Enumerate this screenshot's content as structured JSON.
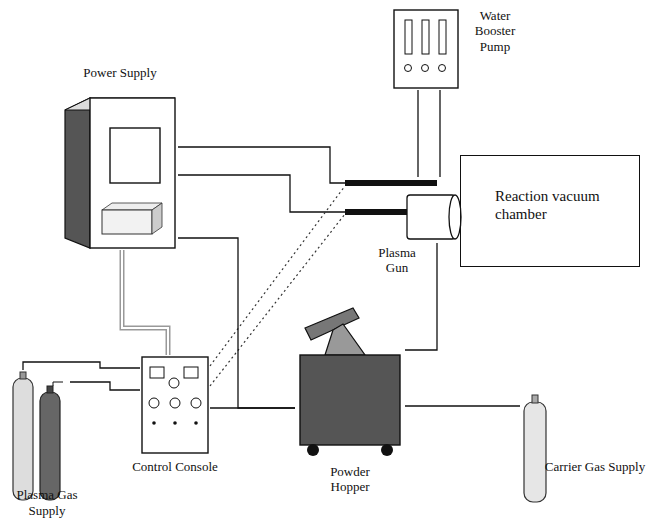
{
  "diagram": {
    "nodes": [
      {
        "text": [
          "Power Supply"
        ]
      },
      {
        "text": [
          "Water Booster Pump"
        ]
      },
      {
        "text": [
          "Plasma Gun"
        ]
      },
      {
        "text": [
          "Reaction vacuum chamber"
        ]
      },
      {
        "text": [
          "Control Console"
        ]
      },
      {
        "text": [
          "Powder Hopper"
        ]
      },
      {
        "text": [
          "Plasma Gas Supply"
        ]
      },
      {
        "text": [
          "Carrier Gas Supply"
        ]
      }
    ],
    "edges": [
      {
        "from": 0,
        "to": 2,
        "arrow": "none"
      },
      {
        "from": 0,
        "to": 2,
        "arrow": "none"
      },
      {
        "from": 1,
        "to": 2,
        "arrow": "none"
      },
      {
        "from": 1,
        "to": 2,
        "arrow": "none"
      },
      {
        "from": 0,
        "to": 4,
        "arrow": "none"
      },
      {
        "from": 4,
        "to": 2,
        "arrow": "none"
      },
      {
        "from": 4,
        "to": 2,
        "arrow": "none"
      },
      {
        "from": 6,
        "to": 4,
        "arrow": "none"
      },
      {
        "from": 6,
        "to": 4,
        "arrow": "none"
      },
      {
        "from": 4,
        "to": 5,
        "arrow": "none"
      },
      {
        "from": 0,
        "to": 5,
        "arrow": "none"
      },
      {
        "from": 5,
        "to": 2,
        "arrow": "none"
      },
      {
        "from": 7,
        "to": 5,
        "arrow": "none"
      }
    ]
  }
}
